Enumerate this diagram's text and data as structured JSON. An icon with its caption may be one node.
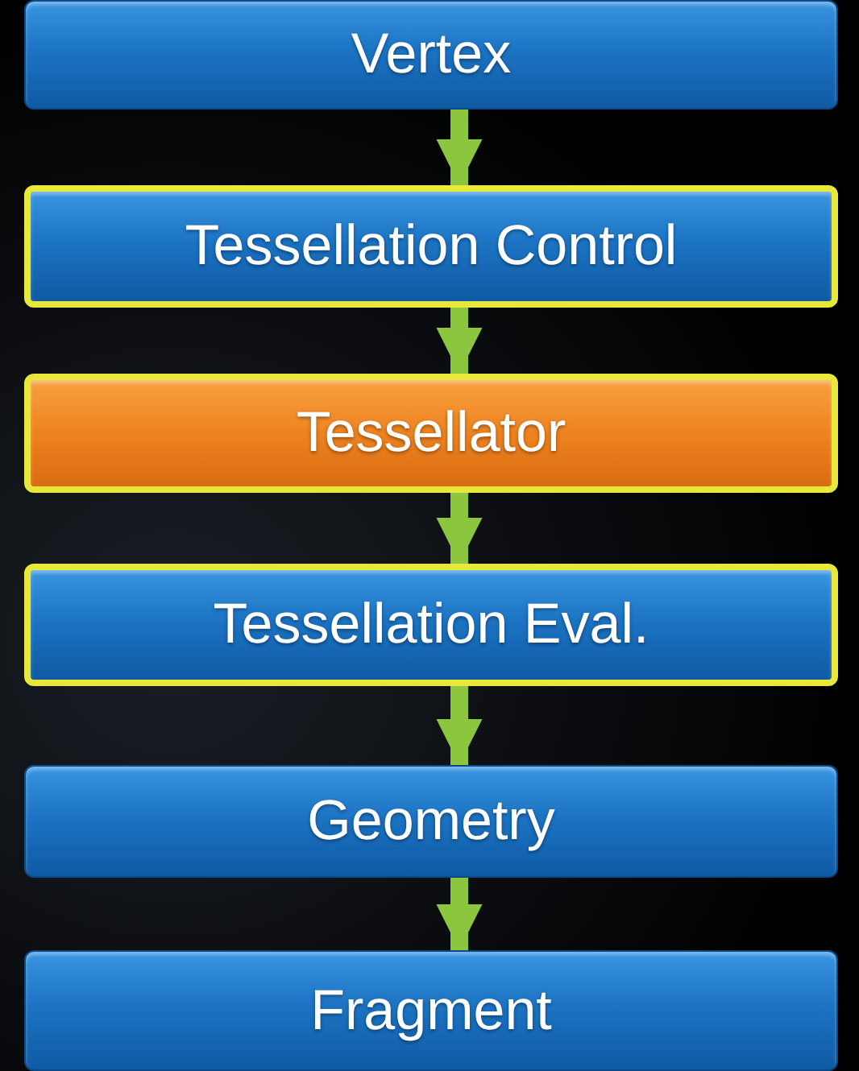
{
  "diagram": {
    "nodes": [
      {
        "text": [
          "Vertex"
        ]
      },
      {
        "text": [
          "Tessellation Control"
        ]
      },
      {
        "text": [
          "Tessellator"
        ]
      },
      {
        "text": [
          "Tessellation Eval."
        ]
      },
      {
        "text": [
          "Geometry"
        ]
      },
      {
        "text": [
          "Fragment"
        ]
      }
    ],
    "edges": [
      {
        "from": 0,
        "to": 1,
        "arrow": "to"
      },
      {
        "from": 1,
        "to": 2,
        "arrow": "to"
      },
      {
        "from": 2,
        "to": 3,
        "arrow": "to"
      },
      {
        "from": 3,
        "to": 4,
        "arrow": "to"
      },
      {
        "from": 4,
        "to": 5,
        "arrow": "to"
      }
    ]
  }
}
